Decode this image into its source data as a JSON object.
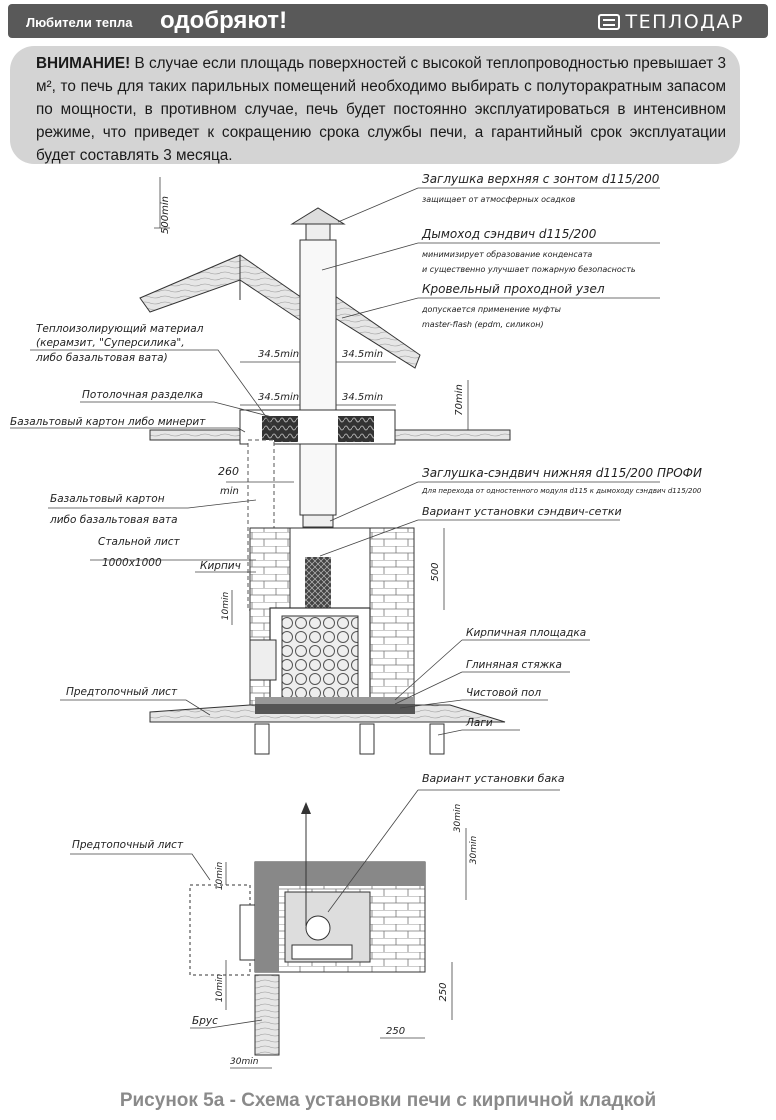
{
  "header": {
    "tagline_small": "Любители тепла",
    "tagline_big": "одобряют!",
    "brand": "ТЕПЛОДАР"
  },
  "warning": {
    "lead": "ВНИМАНИЕ!",
    "text": " В случае если площадь поверхностей с высокой теплопроводностью превышает 3 м², то печь для таких парильных помещений необходимо выбирать с полуторакратным запасом по мощности, в противном случае, печь будет постоянно эксплуатироваться в интенсивном режиме, что приведет к сокращению срока службы печи, а гарантийный срок эксплуатации будет составлять 3 месяца."
  },
  "labels": {
    "cap_top": "Заглушка верхняя с зонтом d115/200",
    "cap_top_note": "защищает от атмосферных осадков",
    "sandwich": "Дымоход сэндвич d115/200",
    "sandwich_note1": "минимизирует образование конденсата",
    "sandwich_note2": "и существенно улучшает пожарную безопасность",
    "roof_unit": "Кровельный проходной узел",
    "roof_unit_note1": "допускается применение муфты",
    "roof_unit_note2": "master-flash (epdm, силикон)",
    "insulation1": "Теплоизолирующий материал",
    "insulation2": "(керамзит, \"Суперсилика\",",
    "insulation3": "либо базальтовая вата)",
    "ceiling_cut": "Потолочная разделка",
    "basalt_board": "Базальтовый картон либо минерит",
    "cap_bottom": "Заглушка-сэндвич нижняя d115/200 ПРОФИ",
    "cap_bottom_note": "Для перехода от одностенного модуля d115 к дымоходу сэндвич d115/200",
    "mesh_option": "Вариант установки сэндвич-сетки",
    "basalt_wall1": "Базальтовый картон",
    "basalt_wall2": "либо базальтовая вата",
    "steel_sheet1": "Стальной лист",
    "steel_sheet2": "1000x1000",
    "brick": "Кирпич",
    "brick_platform": "Кирпичная площадка",
    "clay_screed": "Глиняная стяжка",
    "finish_floor": "Чистовой пол",
    "joists": "Лаги",
    "pre_furnace1": "Предтопочный лист",
    "tank_option": "Вариант установки бака",
    "pre_furnace2": "Предтопочный лист",
    "beam": "Брус"
  },
  "dims": {
    "d500min": "500min",
    "d345a": "34.5min",
    "d345b": "34.5min",
    "d345c": "34.5min",
    "d345d": "34.5min",
    "d70min": "70min",
    "d260": "260",
    "dmin": "min",
    "d500": "500",
    "d10min_a": "10min",
    "d30min_a": "30min",
    "d30min_b": "30min",
    "d10min_b": "10min",
    "d10min_c": "10min",
    "d250a": "250",
    "d250b": "250",
    "d30min_c": "30min"
  },
  "caption": "Рисунок 5а - Схема установки печи с кирпичной кладкой"
}
